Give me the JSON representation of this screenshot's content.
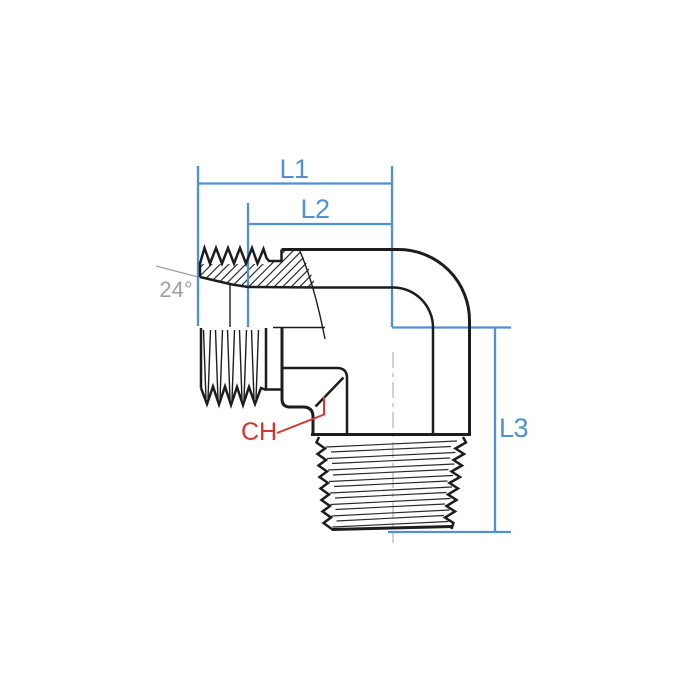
{
  "drawing": {
    "description": "Technical line drawing of a 90-degree male elbow hydraulic adapter fitting, shown in partial section with hatching, with a 24-degree cone male end on the left and a tapered male pipe thread on the bottom",
    "labels": {
      "l1": "L1",
      "l2": "L2",
      "l3": "L3",
      "angle": "24°",
      "chamfer": "CH"
    },
    "colors": {
      "dimension": "#4f92d1",
      "line": "#1d1d1f",
      "hatch": "#2a2a2a",
      "callout": "#d7352b",
      "angle": "#a0a0a0",
      "centerline": "#b5b5b5",
      "background": "#ffffff"
    }
  }
}
